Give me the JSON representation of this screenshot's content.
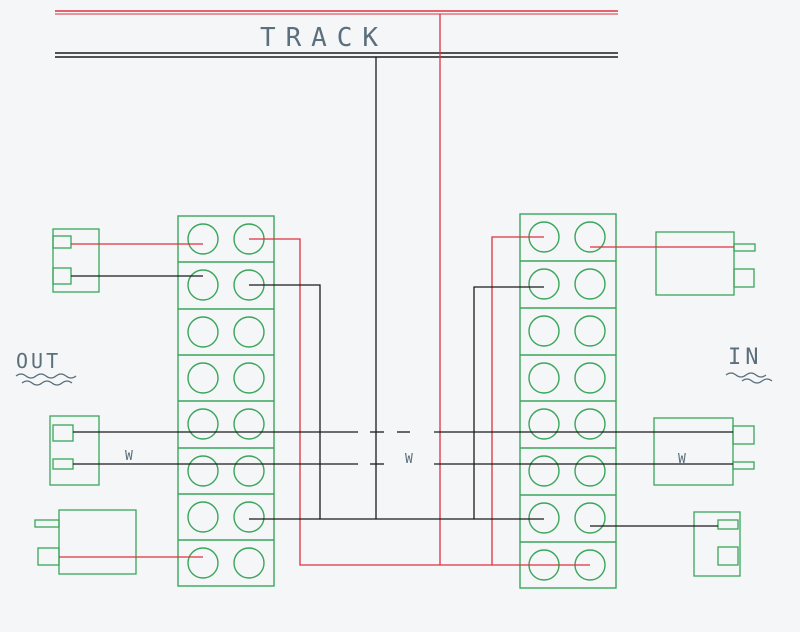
{
  "labels": {
    "track": "TRACK",
    "out": "OUT",
    "in": "IN",
    "wire_marks": [
      "W",
      "W",
      "W"
    ]
  },
  "colors": {
    "background": "#f4f6f8",
    "red_wire": "#e0303e",
    "black_wire": "#1b1b1b",
    "outline": "#3aa65a",
    "pencil": "#5b6f7c"
  },
  "terminal_blocks": {
    "rows_per_block": 8,
    "screws_per_row": 2
  },
  "connectors": {
    "out_side": 3,
    "in_side": 3
  },
  "icons": [
    "wavy-underline-icon"
  ]
}
